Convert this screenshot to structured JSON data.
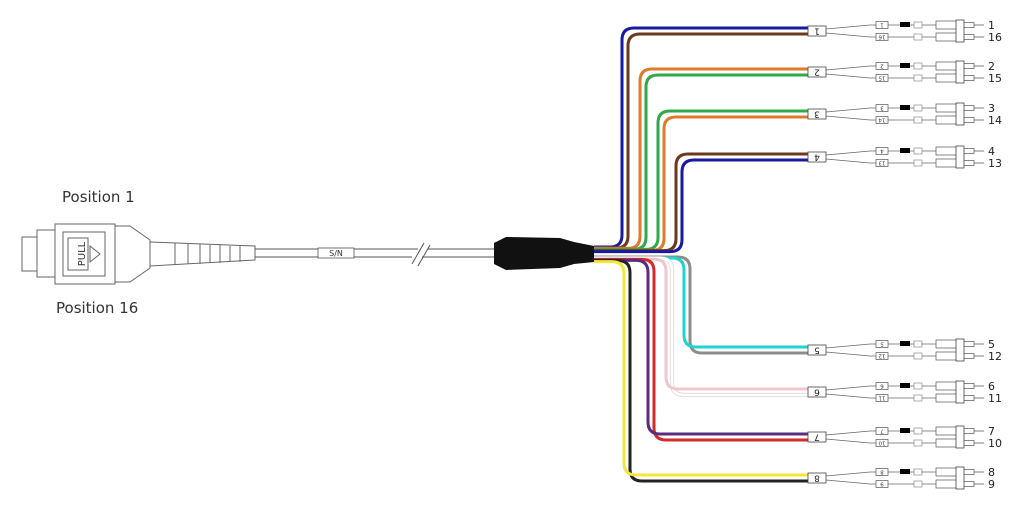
{
  "labels": {
    "position_top": "Position 1",
    "position_bottom": "Position 16",
    "pull_tab": "PULL",
    "serial_tag": "S/N"
  },
  "legs": [
    {
      "leg": "1",
      "top": "1",
      "bottom": "16",
      "wire_a": "#1a1aa0",
      "wire_b": "#6b3a1e"
    },
    {
      "leg": "2",
      "top": "2",
      "bottom": "15",
      "wire_a": "#e07a2e",
      "wire_b": "#2eaa4a"
    },
    {
      "leg": "3",
      "top": "3",
      "bottom": "14",
      "wire_a": "#2eaa4a",
      "wire_b": "#e07a2e"
    },
    {
      "leg": "4",
      "top": "4",
      "bottom": "13",
      "wire_a": "#6b3a1e",
      "wire_b": "#1a1aa0"
    },
    {
      "leg": "5",
      "top": "5",
      "bottom": "12",
      "wire_a": "#8c8c8c",
      "wire_b": "#22d3d3"
    },
    {
      "leg": "6",
      "top": "6",
      "bottom": "11",
      "wire_a": "#ffffff",
      "wire_b": "#f0c8cc"
    },
    {
      "leg": "7",
      "top": "7",
      "bottom": "10",
      "wire_a": "#d42a2a",
      "wire_b": "#5a2d82"
    },
    {
      "leg": "8",
      "top": "8",
      "bottom": "9",
      "wire_a": "#222222",
      "wire_b": "#f2e63a"
    }
  ]
}
